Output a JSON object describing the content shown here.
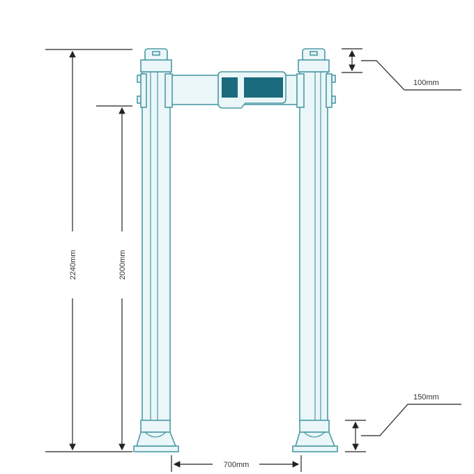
{
  "dimensions": {
    "total_height": "2240mm",
    "passage_height": "2000mm",
    "top_cap": "100mm",
    "base": "150mm",
    "passage_width": "700mm"
  },
  "colors": {
    "frame_stroke": "#4a9aa5",
    "frame_fill": "#eaf6f8",
    "display": "#1b6b7e",
    "dimension_lines": "#222222"
  }
}
